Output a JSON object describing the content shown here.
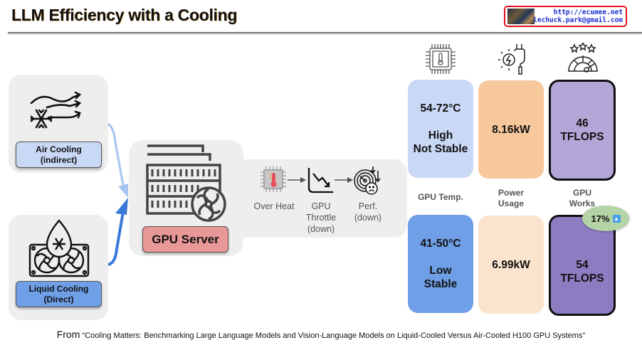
{
  "header": {
    "title": "LLM Efficiency with a Cooling",
    "credit": {
      "url": "http://ecumee.net",
      "email": "lechuck.park@gmail.com"
    }
  },
  "cooling": {
    "air": {
      "label_line1": "Air Cooling",
      "label_line2": "(indirect)",
      "icon": "snowflake-wind-icon",
      "color": "#c9d9f5",
      "arrow_color": "#a7c4f2"
    },
    "liquid": {
      "label_line1": "Liquid Cooling",
      "label_line2": "(Direct)",
      "icon": "liquid-cooler-fans-icon",
      "color": "#6f9fe6",
      "arrow_color": "#3a78d8"
    }
  },
  "server": {
    "label": "GPU Server",
    "icon": "server-rack-fan-icon",
    "color": "#e99898"
  },
  "effects": [
    {
      "icon": "cpu-thermometer-icon",
      "line1": "Over Heat",
      "line2": "",
      "line3": ""
    },
    {
      "icon": "throttle-down-chart-icon",
      "line1": "GPU",
      "line2": "Throttle",
      "line3": "(down)"
    },
    {
      "icon": "performance-down-gauge-icon",
      "line1": "Perf.",
      "line2": "(down)",
      "line3": ""
    }
  ],
  "metrics": {
    "headers": [
      {
        "icon": "cpu-temperature-icon",
        "line1": "GPU Temp.",
        "line2": ""
      },
      {
        "icon": "power-plug-icon",
        "line1": "Power",
        "line2": "Usage"
      },
      {
        "icon": "rating-gauge-icon",
        "line1": "GPU",
        "line2": "Works"
      }
    ],
    "air_row": {
      "temp": {
        "range": "54-72°C",
        "line2": "High",
        "line3": "Not Stable",
        "color": "#c9d9f5"
      },
      "power": {
        "value": "8.16kW",
        "color": "#f7c89c"
      },
      "works": {
        "value": "46",
        "unit": "TFLOPS",
        "color": "#b4a6d6"
      }
    },
    "liquid_row": {
      "temp": {
        "range": "41-50°C",
        "line2": "Low",
        "line3": "Stable",
        "color": "#6f9fe6"
      },
      "power": {
        "value": "6.99kW",
        "color": "#fbe4cd"
      },
      "works": {
        "value": "54",
        "unit": "TFLOPS",
        "color": "#8d7cc2"
      }
    },
    "improvement_badge": {
      "value": "17%",
      "icon": "up-arrow-icon",
      "color": "#b5d4a5"
    }
  },
  "caption": {
    "prefix": "From",
    "text": "“Cooling Matters: Benchmarking Large Language Models and Vision-Language Models on Liquid-Cooled Versus Air-Cooled H100 GPU Systems\""
  }
}
